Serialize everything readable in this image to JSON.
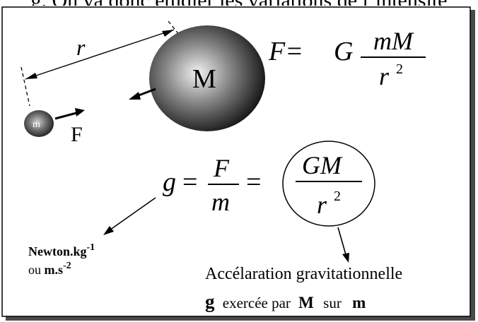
{
  "header_fragment": "g. On va donc étudier les variations de l’intensité",
  "distance_label": "r",
  "large_mass_label": "M",
  "small_mass_label": "m",
  "force_label": "F",
  "newton_formula": {
    "lhs": "F=",
    "g": "G",
    "numerator": "mM",
    "denominator": "r",
    "exponent": "2"
  },
  "field_formula": {
    "g": "g",
    "eq1": "=",
    "F": "F",
    "m": "m",
    "eq2": "=",
    "numerator": "GM",
    "denominator": "r",
    "exponent": "2"
  },
  "units": {
    "line1_main": "Newton.kg",
    "line1_exp": "-1",
    "line2_prefix": "ou ",
    "line2_main": "m.s",
    "line2_exp": "-2"
  },
  "caption": {
    "line1": "Accélaration gravitationnelle",
    "g": "g",
    "exerted_by": "exercée par",
    "M": "M",
    "on": "sur",
    "m": "m"
  }
}
